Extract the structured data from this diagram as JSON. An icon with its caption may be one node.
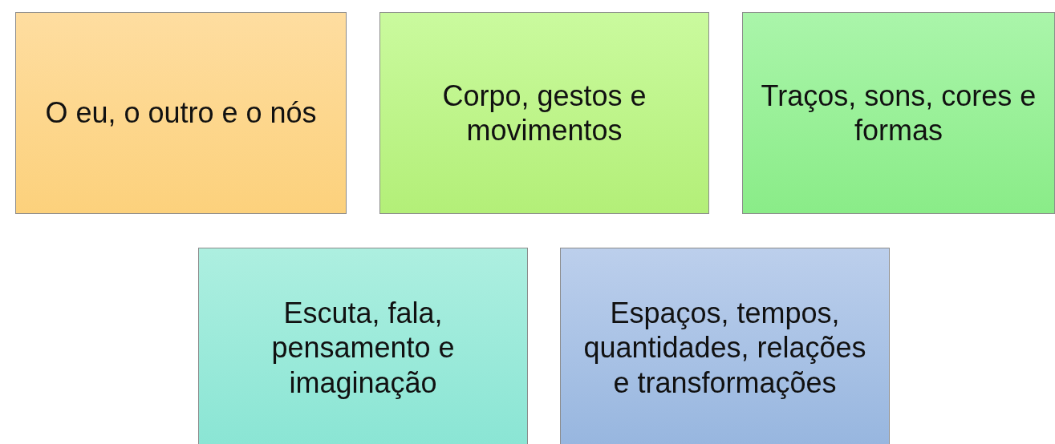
{
  "diagram": {
    "nodes": [
      {
        "text": [
          "O eu, o outro e o nós"
        ]
      },
      {
        "text": [
          "Corpo, gestos e movimentos"
        ]
      },
      {
        "text": [
          "Traços, sons, cores e formas"
        ]
      },
      {
        "text": [
          "Escuta, fala, pensamento e imaginação"
        ]
      },
      {
        "text": [
          "Espaços, tempos, quantidades, relações e transformações"
        ]
      }
    ]
  }
}
